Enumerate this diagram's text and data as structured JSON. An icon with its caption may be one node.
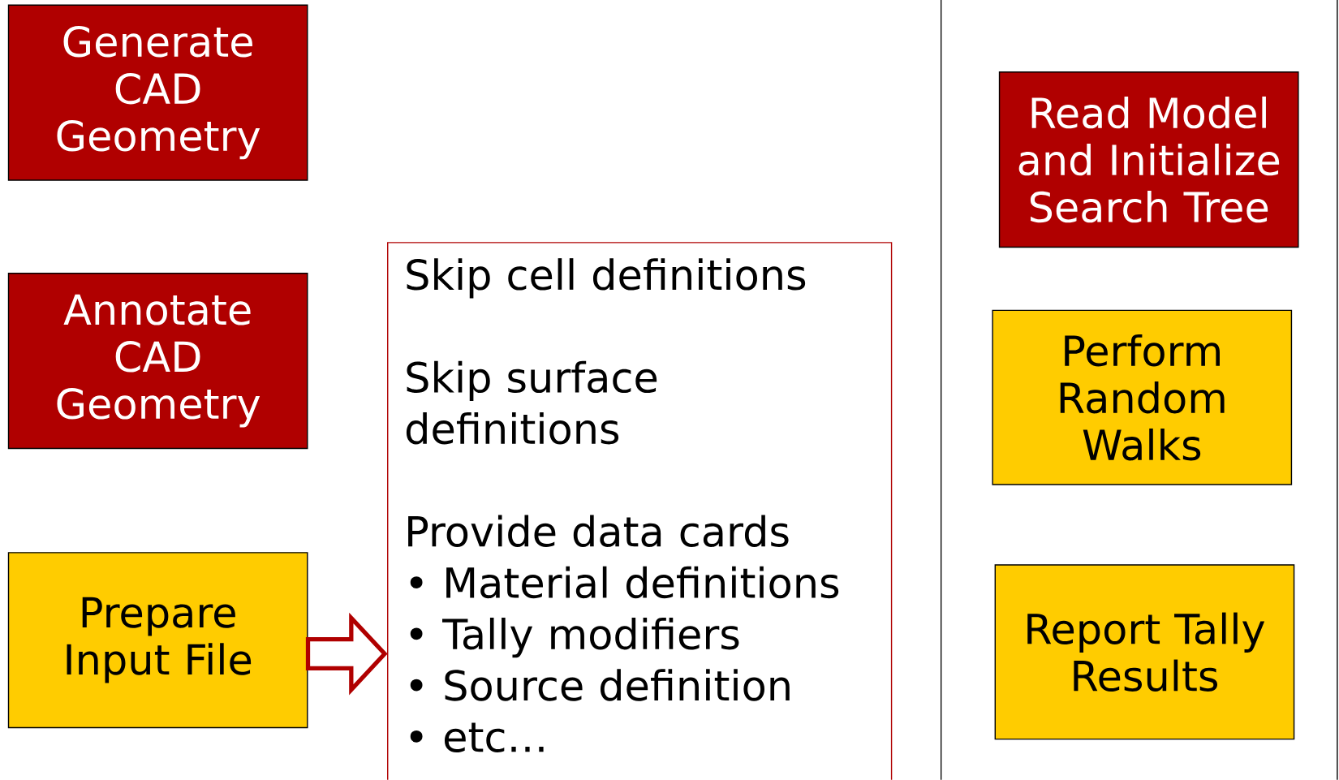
{
  "diagram": {
    "nodes": [
      {
        "text": [
          "Generate CAD Geometry"
        ]
      },
      {
        "text": [
          "Annotate CAD Geometry"
        ]
      },
      {
        "text": [
          "Prepare Input File"
        ]
      },
      {
        "text": [
          "Skip cell definitions",
          "Skip surface definitions",
          "Provide data cards",
          "• Material definitions",
          "• Tally modifiers",
          "• Source definition",
          "• etc…"
        ]
      },
      {
        "text": [],
        "shape": "box"
      },
      {
        "text": [
          "Read Model and Initialize Search Tree"
        ],
        "in": 4
      },
      {
        "text": [
          "Perform Random Walks"
        ],
        "in": 4
      },
      {
        "text": [
          "Report Tally Results"
        ],
        "in": 4
      }
    ],
    "edges": [
      {
        "from": 2,
        "to": 3,
        "arrow": "to"
      }
    ]
  }
}
